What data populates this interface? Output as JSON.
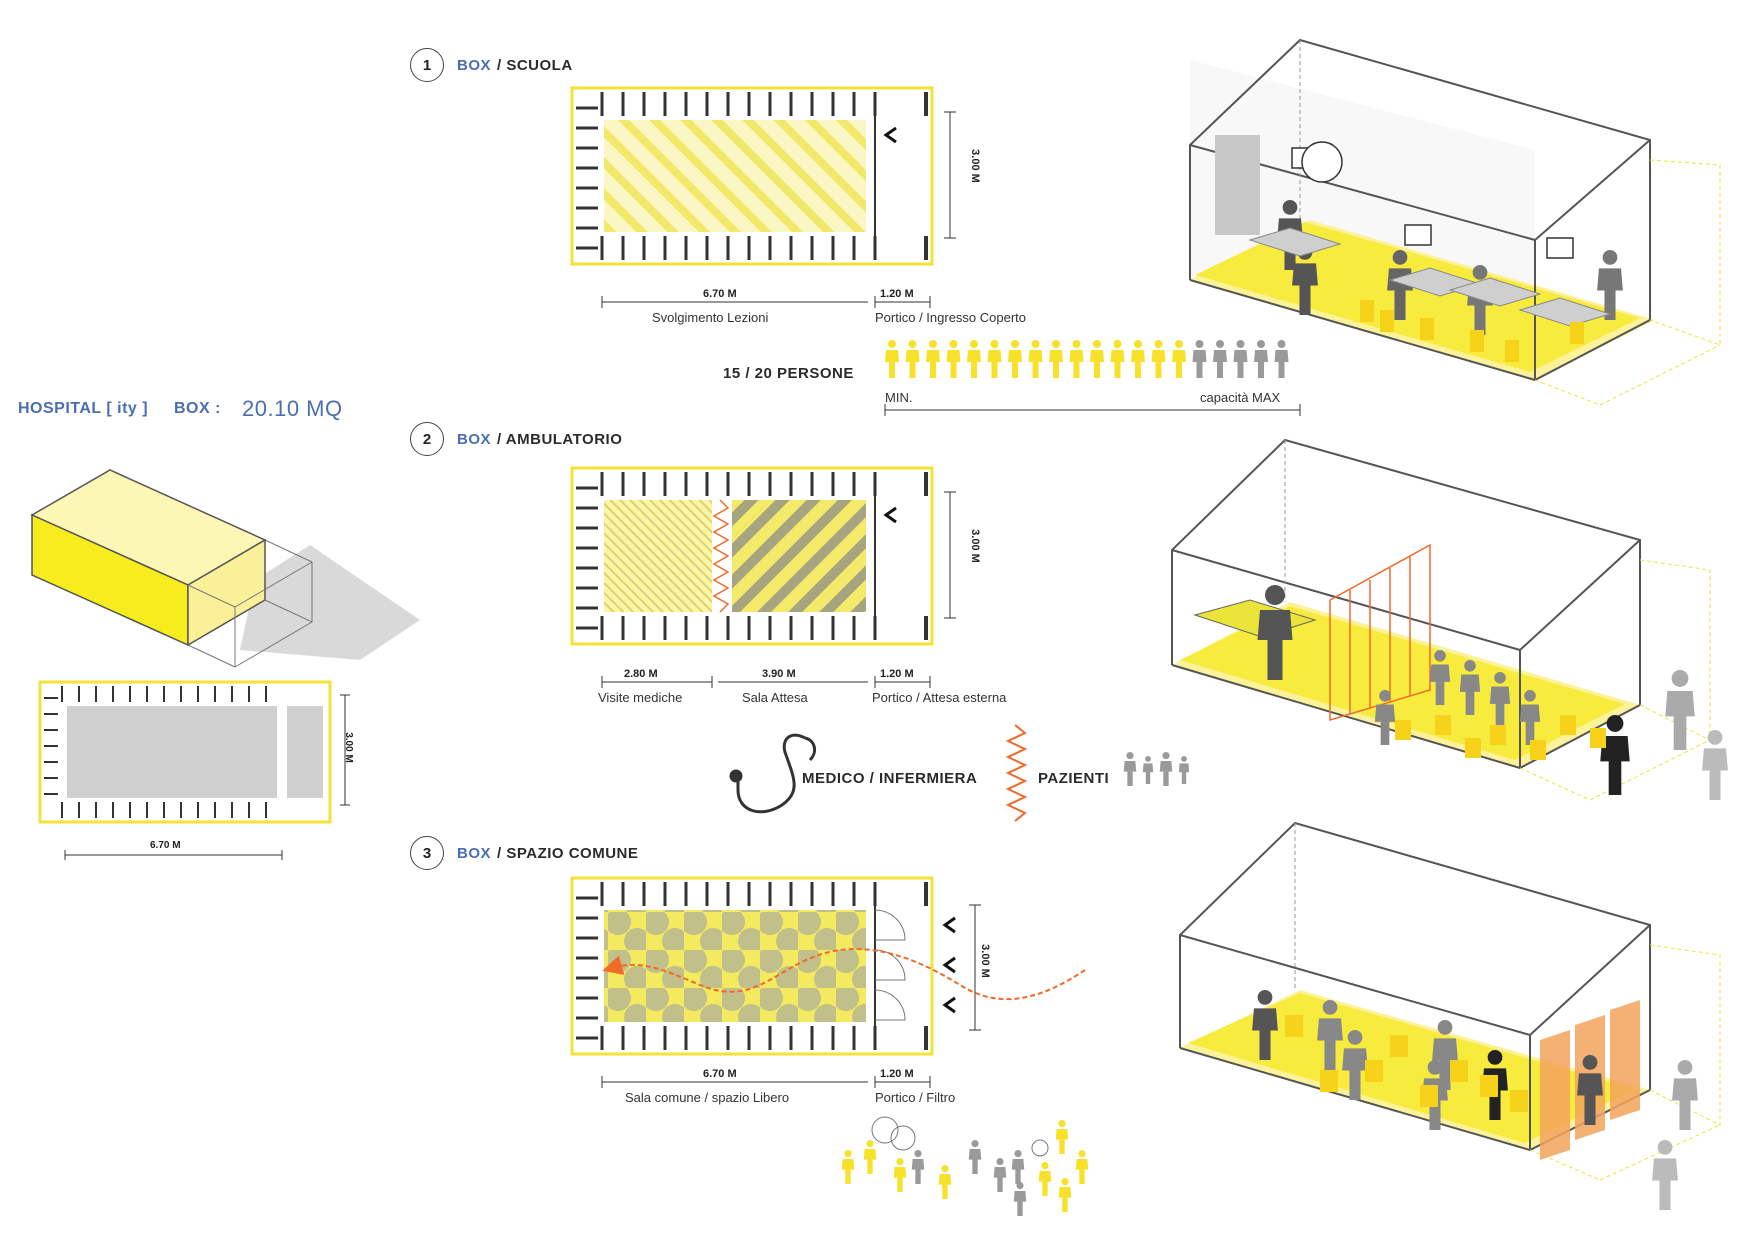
{
  "overview": {
    "title_project": "HOSPITAL [ ity ]",
    "title_box": "BOX :",
    "area": "20.10 MQ",
    "dim_length": "6.70 M",
    "dim_width": "3.00 M"
  },
  "sections": [
    {
      "number": "1",
      "box_label": "BOX",
      "name": "/ SCUOLA",
      "dim_width": "3.00 M",
      "dims": [
        "6.70 M",
        "1.20 M"
      ],
      "captions": [
        "Svolgimento Lezioni",
        "Portico / Ingresso Coperto"
      ],
      "capacity": {
        "label": "15 / 20 PERSONE",
        "min": "MIN.",
        "max": "capacità MAX"
      }
    },
    {
      "number": "2",
      "box_label": "BOX",
      "name": "/ AMBULATORIO",
      "dim_width": "3.00 M",
      "dims": [
        "2.80 M",
        "3.90 M",
        "1.20 M"
      ],
      "captions": [
        "Visite mediche",
        "Sala Attesa",
        "Portico / Attesa esterna"
      ],
      "legend": {
        "staff": "MEDICO / INFERMIERA",
        "patients": "PAZIENTI"
      }
    },
    {
      "number": "3",
      "box_label": "BOX",
      "name": "/ SPAZIO COMUNE",
      "dim_width": "3.00 M",
      "dims": [
        "6.70 M",
        "1.20 M"
      ],
      "captions": [
        "Sala comune / spazio Libero",
        "Portico / Filtro"
      ]
    }
  ],
  "colors": {
    "yellow": "#f7e93a",
    "pale_yellow": "#fbf5a6",
    "orange": "#f06a2a",
    "grey": "#9a9a9a",
    "blue": "#4a6fb0"
  }
}
